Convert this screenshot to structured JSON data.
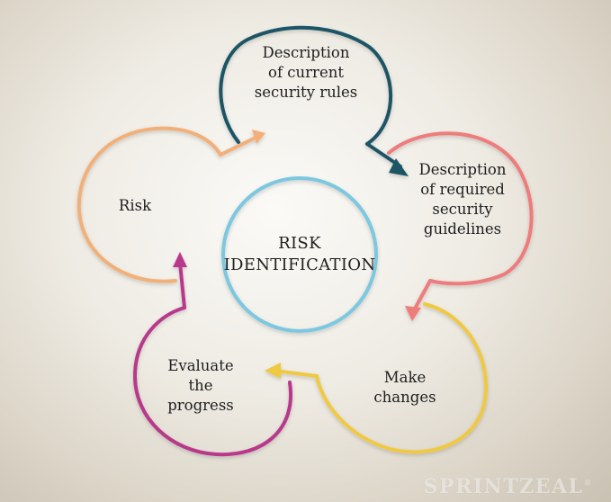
{
  "center": {
    "text": "RISK\nIDENTIFICATION",
    "color": "#7cc8e0"
  },
  "steps": [
    {
      "id": "description-current",
      "text": "Description\nof current\nsecurity rules",
      "color": "#1f5566"
    },
    {
      "id": "description-required",
      "text": "Description\nof required\nsecurity\nguidelines",
      "color": "#ef7b7b"
    },
    {
      "id": "make-changes",
      "text": "Make\nchanges",
      "color": "#f0c943"
    },
    {
      "id": "evaluate-progress",
      "text": "Evaluate\nthe\nprogress",
      "color": "#b8398c"
    },
    {
      "id": "risk",
      "text": "Risk",
      "color": "#f2b078"
    }
  ],
  "watermark": {
    "text": "SPRINTZEAL",
    "mark": "®"
  }
}
